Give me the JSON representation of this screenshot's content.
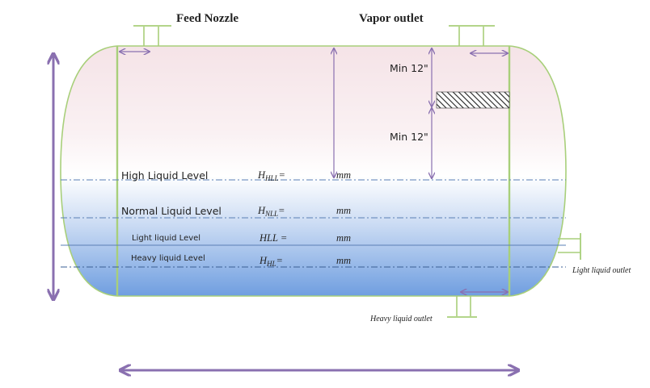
{
  "nozzles": {
    "feed": "Feed Nozzle",
    "vapor": "Vapor outlet",
    "light_outlet": "Light liquid outlet",
    "heavy_outlet": "Heavy liquid outlet"
  },
  "clearances": {
    "upper": "Min 12\"",
    "lower": "Min 12\""
  },
  "levels": {
    "high": {
      "label": "High Liquid Level",
      "symbol": "H",
      "sub": "HLL",
      "eq": "=",
      "unit": "mm"
    },
    "normal": {
      "label": "Normal Liquid Level",
      "symbol": "H",
      "sub": "NLL",
      "eq": "=",
      "unit": "mm"
    },
    "light": {
      "label": "Light liquid Level",
      "symbol": "HLL =",
      "unit": "mm"
    },
    "heavy": {
      "label": "Heavy liquid Level",
      "symbol": "H",
      "sub": "HL",
      "eq": "=",
      "unit": "mm"
    }
  },
  "colors": {
    "vessel_outline": "#a8cf7a",
    "dimension_arrow": "#8a70b0",
    "level_line": "#5a7fb5",
    "liquid": "#6f9ee0",
    "vapor_tint": "#f6e6ea"
  }
}
